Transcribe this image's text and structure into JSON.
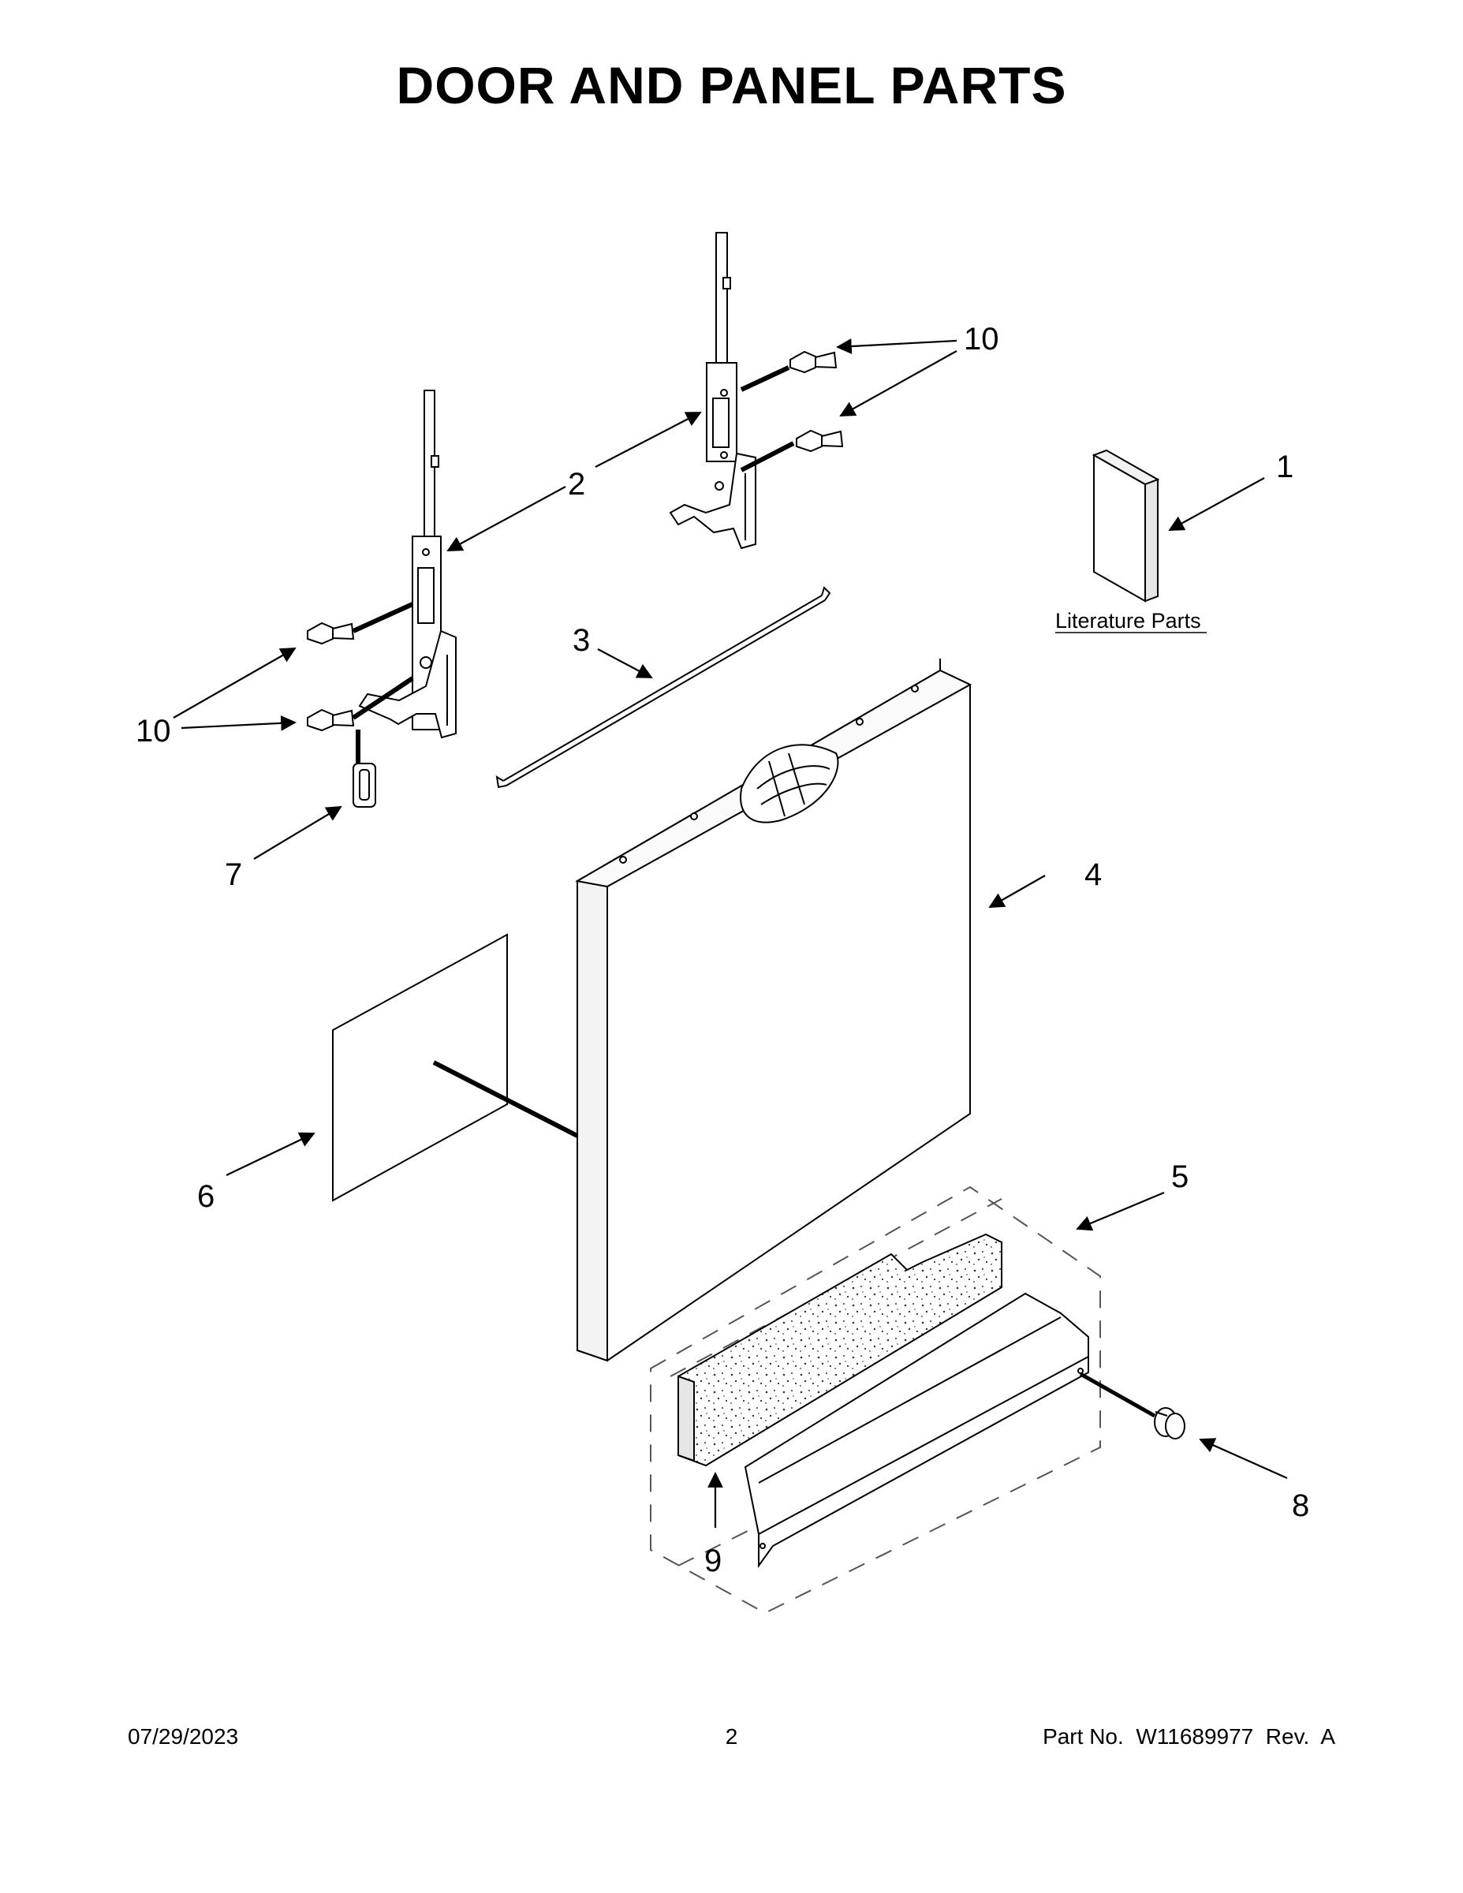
{
  "title": "DOOR AND PANEL PARTS",
  "callouts": {
    "c1": "1",
    "c2": "2",
    "c3": "3",
    "c4": "4",
    "c5": "5",
    "c6": "6",
    "c7": "7",
    "c8": "8",
    "c9": "9",
    "c10_top": "10",
    "c10_left": "10"
  },
  "literature_label": "Literature Parts",
  "footer": {
    "date": "07/29/2023",
    "page": "2",
    "part_number": "Part No.  W11689977  Rev.  A"
  }
}
